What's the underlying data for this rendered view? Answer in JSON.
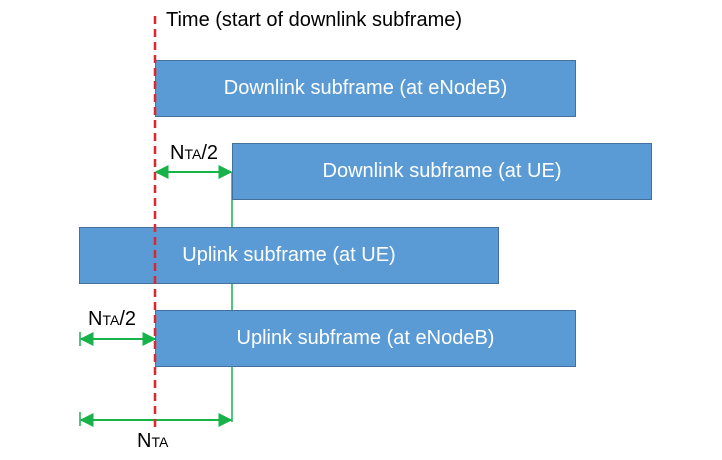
{
  "colors": {
    "subframe_fill": "#5b9bd5",
    "subframe_text": "#ffffff",
    "time_line": "#e0262d",
    "timing_arrows": "#17b34a"
  },
  "time_reference": {
    "label": "Time (start of downlink subframe)"
  },
  "subframes": {
    "dl_enodeb": "Downlink subframe (at eNodeB)",
    "dl_ue": "Downlink subframe (at UE)",
    "ul_ue": "Uplink subframe (at UE)",
    "ul_enodeb": "Uplink subframe (at eNodeB)"
  },
  "timing": {
    "half_advance": {
      "main": "N",
      "sub": "TA",
      "suffix": "/2"
    },
    "full_advance": {
      "main": "N",
      "sub": "TA"
    }
  }
}
